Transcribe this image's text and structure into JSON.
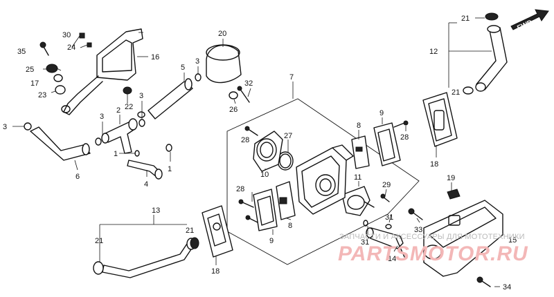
{
  "labels": {
    "fwd": "FWD",
    "n1": "1",
    "n2": "2",
    "n3": "3",
    "n4": "4",
    "n5": "5",
    "n6": "6",
    "n7": "7",
    "n8": "8",
    "n9": "9",
    "n10": "10",
    "n11": "11",
    "n12": "12",
    "n13": "13",
    "n14": "14",
    "n15": "15",
    "n16": "16",
    "n17": "17",
    "n18": "18",
    "n19": "19",
    "n20": "20",
    "n21": "21",
    "n22": "22",
    "n23": "23",
    "n24": "24",
    "n25": "25",
    "n26": "26",
    "n27": "27",
    "n28": "28",
    "n29": "29",
    "n30": "30",
    "n31": "31",
    "n32": "32",
    "n33": "33",
    "n34": "34",
    "n35": "35"
  },
  "watermark": {
    "tagline": "ЗАПЧАСТИ И АКСЕССУАРЫ ДЛЯ МОТОТЕХНИКИ",
    "brand": "PARTSMOTOR.RU"
  }
}
